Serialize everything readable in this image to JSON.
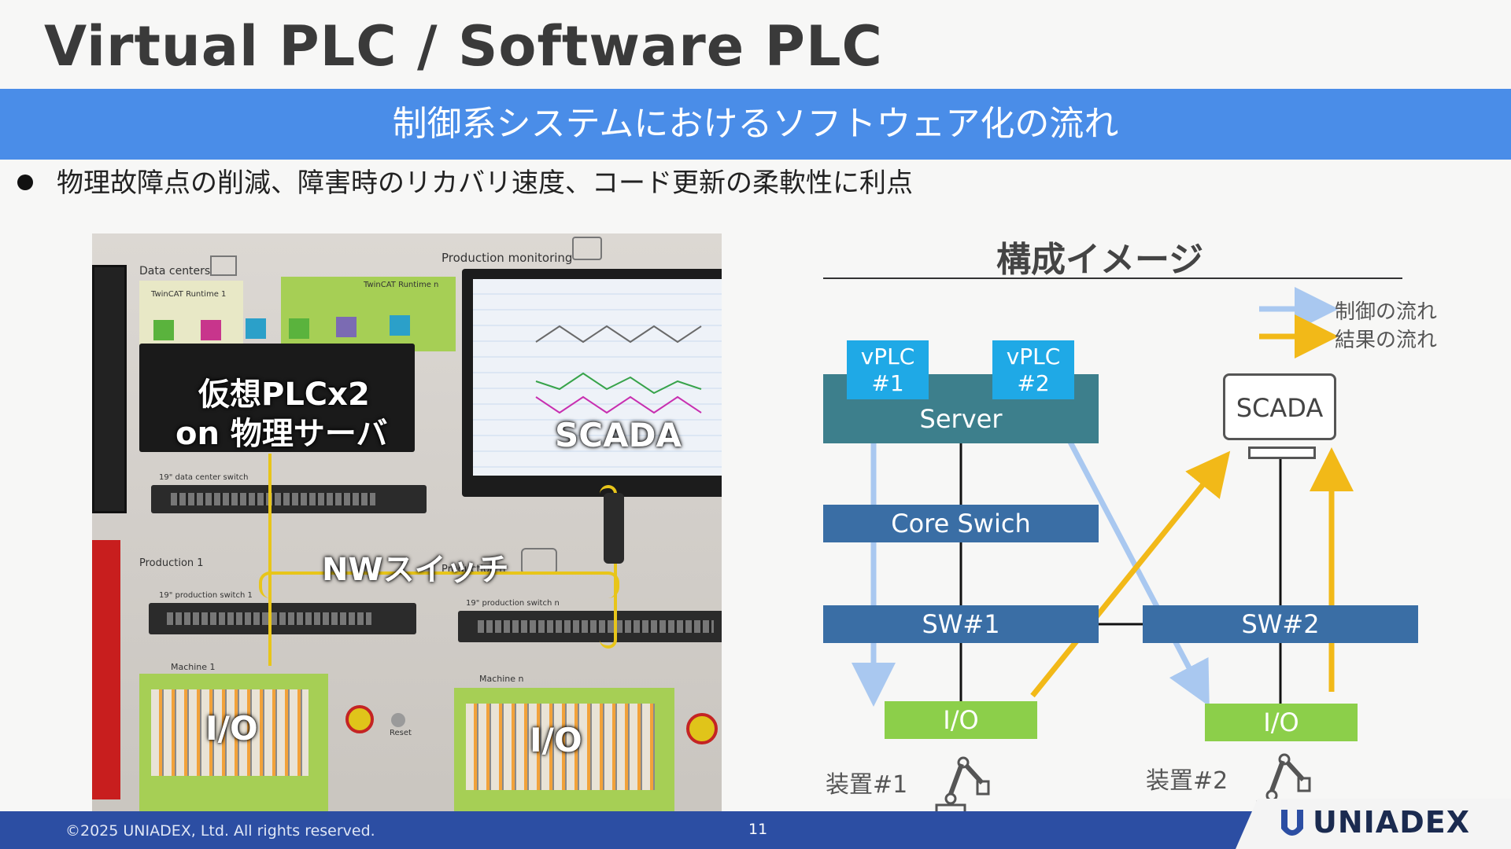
{
  "slide": {
    "title": "Virtual PLC / Software PLC",
    "banner": "制御系システムにおけるソフトウェア化の流れ",
    "bullet": "物理故障点の削減、障害時のリカバリ速度、コード更新の柔軟性に利点"
  },
  "photo": {
    "labels": {
      "vplc": "仮想PLCx2",
      "vplc_sub": "on 物理サーバ",
      "scada": "SCADA",
      "nw_switch": "NWスイッチ",
      "io_left": "I/O",
      "io_right": "I/O"
    },
    "small_text": {
      "data_centers": "Data centers",
      "production_monitoring": "Production monitoring",
      "twincat_1": "TwinCAT Runtime 1",
      "twincat_n": "TwinCAT Runtime n",
      "dc_switch": "19\" data center switch",
      "production_1": "Production 1",
      "production_n": "Production n",
      "prod_switch_1": "19\" production switch 1",
      "prod_switch_n": "19\" production switch n",
      "machine_1": "Machine 1",
      "machine_n": "Machine n",
      "reset": "Reset"
    }
  },
  "diagram": {
    "title": "構成イメージ",
    "legend": {
      "control_flow": "制御の流れ",
      "result_flow": "結果の流れ"
    },
    "vplc1": "vPLC\n#1",
    "vplc2": "vPLC\n#2",
    "vplc1_line1": "vPLC",
    "vplc1_line2": "#1",
    "vplc2_line1": "vPLC",
    "vplc2_line2": "#2",
    "server": "Server",
    "core_switch": "Core Swich",
    "sw1": "SW#1",
    "sw2": "SW#2",
    "scada": "SCADA",
    "io1": "I/O",
    "io2": "I/O",
    "device1": "装置#1",
    "device2": "装置#2",
    "colors": {
      "vplc": "#1fa9e6",
      "server": "#3d7f8c",
      "switch": "#3a6ea5",
      "io": "#8ccf4a",
      "control_arrow": "#a9c8f0",
      "result_arrow": "#f2b918"
    }
  },
  "footer": {
    "copyright": "©2025 UNIADEX, Ltd. All rights reserved.",
    "page": "11",
    "logo": "UNIADEX"
  }
}
